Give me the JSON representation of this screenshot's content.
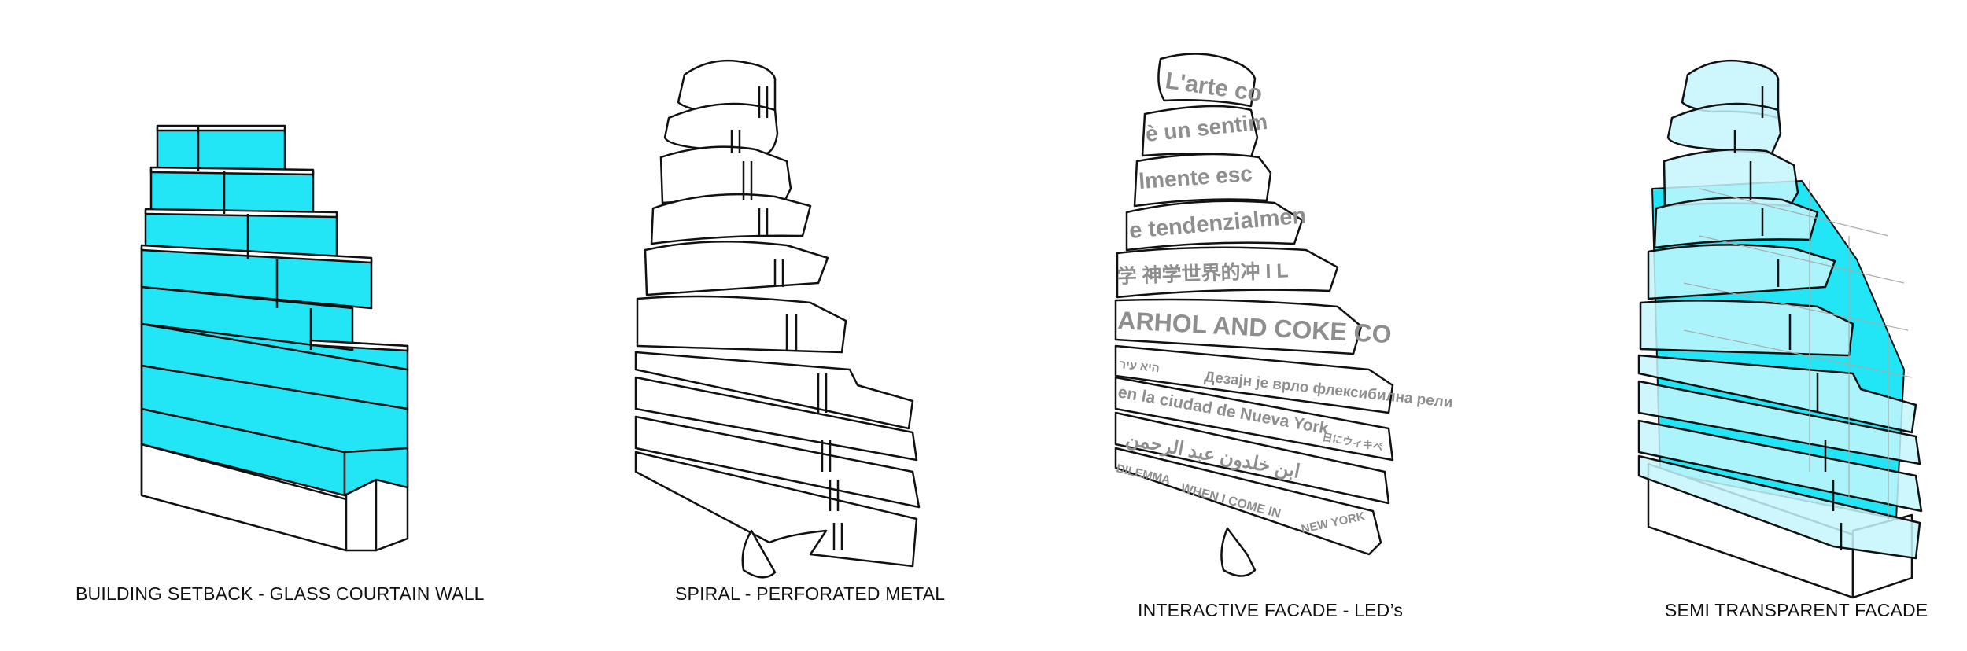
{
  "captions": {
    "setback": "BUILDING SETBACK - GLASS COURTAIN WALL",
    "spiral": "SPIRAL -  PERFORATED METAL",
    "interactive": "INTERACTIVE FACADE - LED’s",
    "semi": "SEMI TRANSPARENT FACADE"
  },
  "facade_text": {
    "b1": "L'arte co",
    "b2": "è un sentim",
    "b3": "lmente esc",
    "b4": "e tendenzialmen",
    "b5": "学  神学世界的冲  I L",
    "b6": "ARHOL AND COKE CO",
    "b7a": "היא עיר",
    "b7b": "Дезајн је врло флексибилна рели",
    "b8a": "en la ciudad de Nueva York",
    "b8b": "日にウィキペ",
    "b9": "ابن خلدون عبد الرحمن",
    "b10a": "DILEMMA",
    "b10b": "WHEN I COME IN",
    "b10c": "NEW YORK"
  },
  "colors": {
    "glass": "#22e6f5",
    "glass_light": "#c4f6fb",
    "outline": "#111111",
    "banner_text": "#8e8e8e"
  }
}
